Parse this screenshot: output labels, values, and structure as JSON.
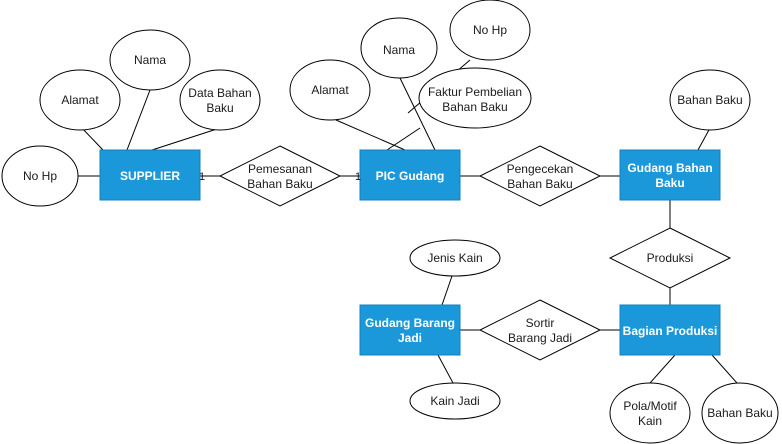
{
  "entities": {
    "supplier": "SUPPLIER",
    "pic_gudang": "PIC Gudang",
    "gudang_bahan_baku": [
      "Gudang Bahan",
      "Baku"
    ],
    "bagian_produksi": "Bagian Produksi",
    "gudang_barang_jadi": [
      "Gudang Barang",
      "Jadi"
    ]
  },
  "relationships": {
    "pemesanan": [
      "Pemesanan",
      "Bahan Baku"
    ],
    "pengecekan": [
      "Pengecekan",
      "Bahan Baku"
    ],
    "produksi": "Produksi",
    "sortir": [
      "Sortir",
      "Barang Jadi"
    ]
  },
  "attributes": {
    "supplier_no_hp": "No Hp",
    "supplier_alamat": "Alamat",
    "supplier_nama": "Nama",
    "supplier_data_bahan": [
      "Data Bahan",
      "Baku"
    ],
    "pic_alamat": "Alamat",
    "pic_nama": "Nama",
    "pic_no_hp": "No Hp",
    "pic_faktur": [
      "Faktur Pembelian",
      "Bahan Baku"
    ],
    "gudang_bahan_baku": "Bahan Baku",
    "jenis_kain": "Jenis Kain",
    "kain_jadi": "Kain Jadi",
    "pola_motif": [
      "Pola/Motif",
      "Kain"
    ],
    "produksi_bahan_baku": "Bahan Baku"
  },
  "cardinality": {
    "left": "1",
    "right": "1"
  },
  "colors": {
    "entity_fill": "#1b98d9",
    "entity_text": "#ffffff"
  }
}
